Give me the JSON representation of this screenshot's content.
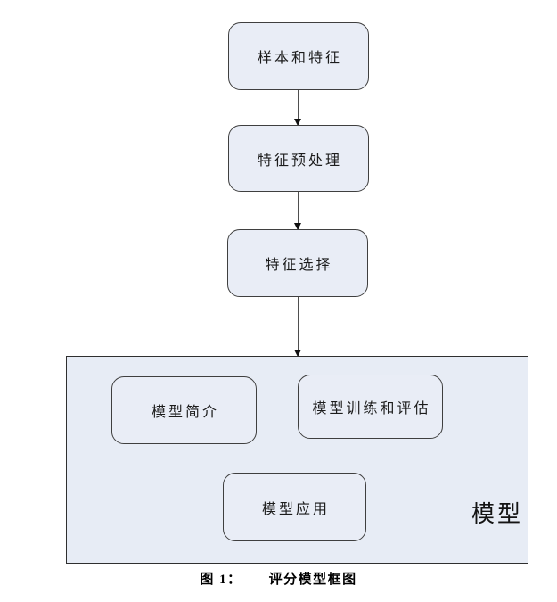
{
  "diagram": {
    "type": "flowchart",
    "nodes": [
      {
        "id": "samples",
        "label": "样本和特征"
      },
      {
        "id": "preprocess",
        "label": "特征预处理"
      },
      {
        "id": "select",
        "label": "特征选择"
      }
    ],
    "arrows": [
      {
        "from": "samples",
        "to": "preprocess"
      },
      {
        "from": "preprocess",
        "to": "select"
      },
      {
        "from": "select",
        "to": "model-container"
      }
    ],
    "container": {
      "id": "model-container",
      "label": "模型",
      "children": [
        {
          "id": "intro",
          "label": "模型简介"
        },
        {
          "id": "train",
          "label": "模型训练和评估"
        },
        {
          "id": "apply",
          "label": "模型应用"
        }
      ]
    },
    "caption": {
      "figure": "图 1：",
      "title": "评分模型框图"
    },
    "colors": {
      "node_fill": "#e9edf6",
      "container_fill": "#e7ecf5",
      "node_border": "#3f3f3f",
      "arrow": "#4f4f4f",
      "arrowhead": "#101010",
      "text": "#1c1c1c",
      "background": "#ffffff"
    }
  }
}
